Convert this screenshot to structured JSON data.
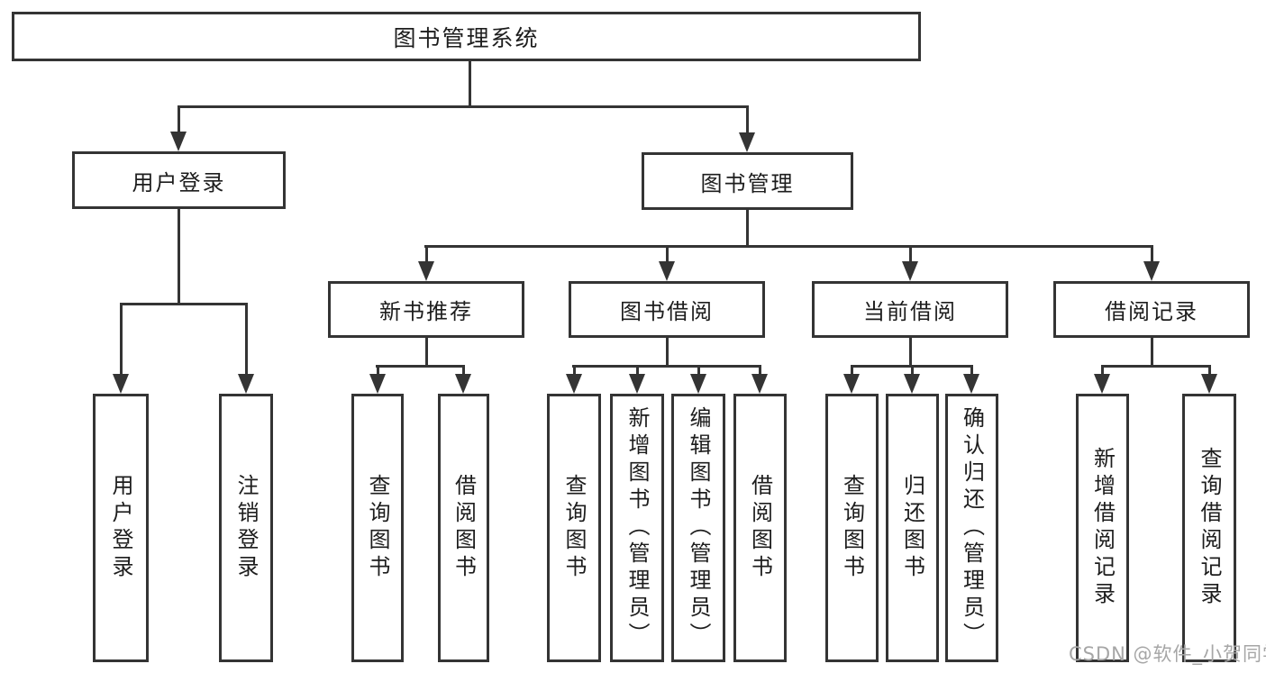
{
  "tree": {
    "root": "图书管理系统",
    "login": {
      "label": "用户登录",
      "children": [
        "用户登录",
        "注销登录"
      ]
    },
    "management": {
      "label": "图书管理",
      "groups": [
        {
          "label": "新书推荐",
          "children": [
            "查询图书",
            "借阅图书"
          ]
        },
        {
          "label": "图书借阅",
          "children": [
            "查询图书",
            "新增图书（管理员）",
            "编辑图书（管理员）",
            "借阅图书"
          ]
        },
        {
          "label": "当前借阅",
          "children": [
            "查询图书",
            "归还图书",
            "确认归还（管理员）"
          ]
        },
        {
          "label": "借阅记录",
          "children": [
            "新增借阅记录",
            "查询借阅记录"
          ]
        }
      ]
    }
  },
  "watermark": "CSDN @软件_小贺同学",
  "colors": {
    "line": "#343434",
    "text": "#1d1d1d",
    "background": "#ffffff",
    "watermark": "#a6a6a6"
  }
}
